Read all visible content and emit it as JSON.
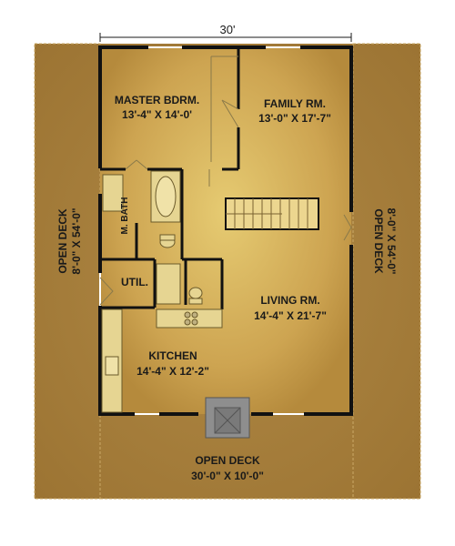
{
  "plan": {
    "overall_width": "30'",
    "rooms": [
      {
        "id": "master_bedroom",
        "name": "MASTER BDRM.",
        "size": "13'-4\" X 14'-0'"
      },
      {
        "id": "family_room",
        "name": "FAMILY RM.",
        "size": "13'-0\" X 17'-7\""
      },
      {
        "id": "master_bath",
        "name": "M. BATH",
        "size": ""
      },
      {
        "id": "utility",
        "name": "UTIL.",
        "size": ""
      },
      {
        "id": "living_room",
        "name": "LIVING RM.",
        "size": "14'-4\" X 21'-7\""
      },
      {
        "id": "kitchen",
        "name": "KITCHEN",
        "size": "14'-4\" X 12'-2\""
      }
    ],
    "decks": {
      "left": {
        "name": "OPEN DECK",
        "size": "8'-0\" X 54'-0\""
      },
      "right": {
        "name": "OPEN DECK",
        "size": "8'-0\" X 54'-0\""
      },
      "bottom": {
        "name": "OPEN DECK",
        "size": "30'-0\" X 10'-0\""
      }
    },
    "colors": {
      "deck": "#a57d3c",
      "interior_center": "#e2c56a",
      "interior_edge": "#b98e40",
      "wall": "#111111",
      "fixture": "#d9c47f",
      "fireplace": "#8c8c8c"
    }
  }
}
